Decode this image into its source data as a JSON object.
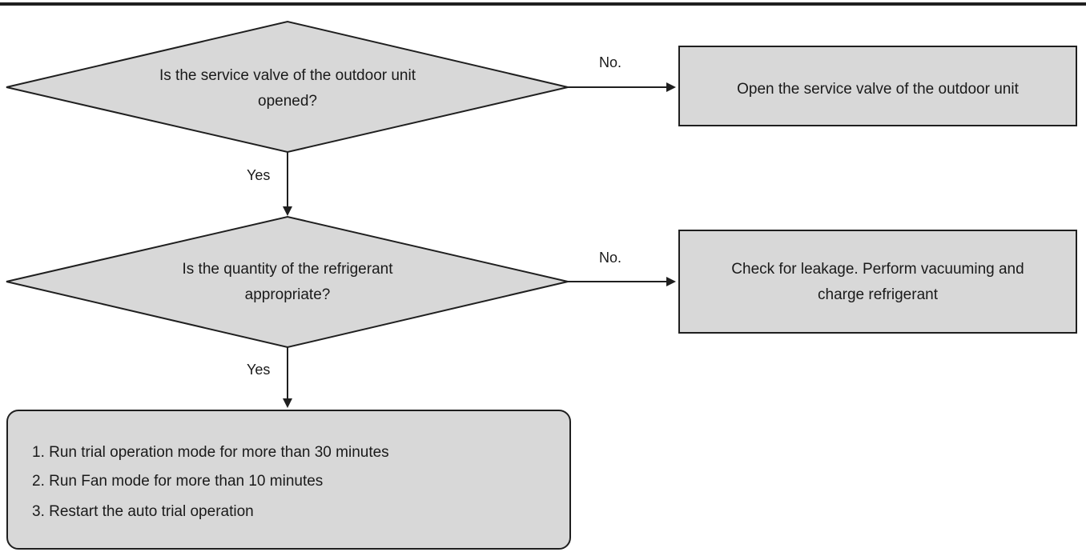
{
  "decisions": [
    {
      "lines": [
        "Is the service valve of the outdoor unit",
        "opened?"
      ],
      "no_label": "No.",
      "yes_label": "Yes"
    },
    {
      "lines": [
        "Is the quantity of the refrigerant",
        "appropriate?"
      ],
      "no_label": "No.",
      "yes_label": "Yes"
    }
  ],
  "actions": [
    {
      "lines": [
        "Open the service valve of the outdoor unit"
      ]
    },
    {
      "lines": [
        "Check for leakage. Perform vacuuming and",
        "charge refrigerant"
      ]
    }
  ],
  "final_steps": [
    "1. Run trial operation mode for more than 30 minutes",
    "2. Run Fan mode for more than 10 minutes",
    "3. Restart the auto trial operation"
  ],
  "colors": {
    "shape_fill": "#d8d8d8",
    "stroke": "#1f1f1f",
    "text": "#1a1a1a"
  }
}
